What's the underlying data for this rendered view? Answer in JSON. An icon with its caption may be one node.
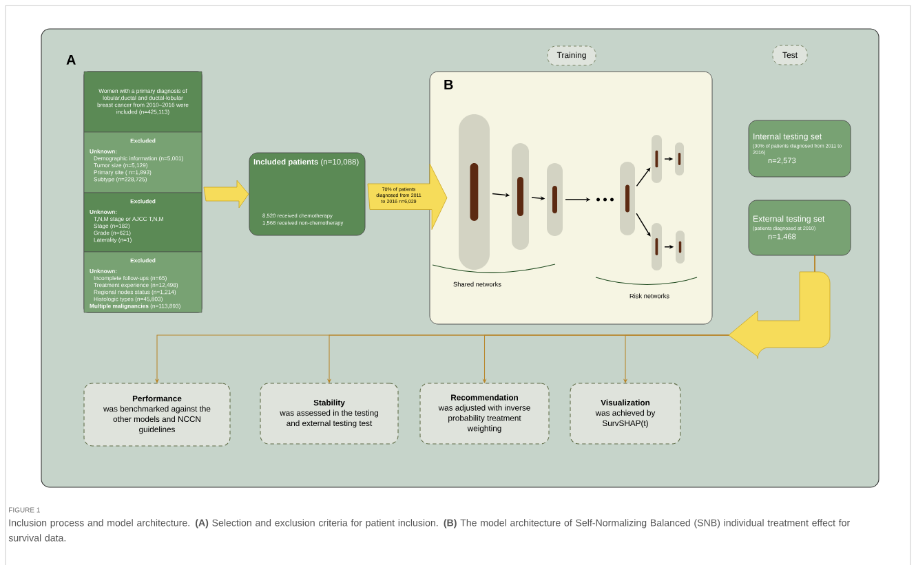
{
  "diagram": {
    "title": "FIGURE 1",
    "caption": "Inclusion process and model architecture. **(A)** Selection and exclusion criteria for patient inclusion. **(B)** The model architecture of Self-Normalizing Balanced (SNB) individual treatment effect for survival data.",
    "nodes": [
      {
        "text": [
          "A"
        ]
      },
      {
        "text": [],
        "shape": "box",
        "in": 0
      },
      {
        "text": [
          "Women with a primary diagnosis of lobular,ductal and ductal-lobular breast cancer from 2010–2016 were included (n=425,113)"
        ],
        "in": 1
      },
      {
        "text": [
          "Excluded",
          "Unknown:",
          "Demographic information (n=5,001)",
          "Tumor size (n=5,129)",
          "Primary site ( n=1,893)",
          "Subtype (n=228,725)"
        ],
        "in": 1
      },
      {
        "text": [
          "Excluded",
          "Unknown:",
          "T,N,M stage or AJCC T,N,M",
          "Stage (n=182)",
          "Grade (n=621)",
          "Laterality (n=1)"
        ],
        "in": 1
      },
      {
        "text": [
          "Excluded",
          "Unknown:",
          "Incomplete follow-ups (n=65)",
          "Treatment experience (n=12,498)",
          "Regional nodes status (n=1,214)",
          "Histologic types (n=45,803)",
          "**Multiple malignancies** (n=113,893)"
        ],
        "in": 1
      },
      {
        "text": [
          "**Included patients** (n=10,088)",
          "8,520 received chemotherapy",
          "1,568 received non-chemotherapy"
        ],
        "in": 0
      },
      {
        "text": [
          "Training"
        ],
        "in": 0
      },
      {
        "text": [
          "Test"
        ],
        "in": 0
      },
      {
        "text": [
          "B"
        ],
        "in": 0
      },
      {
        "text": [],
        "shape": "bar",
        "in": 9
      },
      {
        "text": [],
        "shape": "bar",
        "in": 9
      },
      {
        "text": [],
        "shape": "bar",
        "in": 9
      },
      {
        "text": [],
        "shape": "dots",
        "in": 9
      },
      {
        "text": [],
        "shape": "bar",
        "in": 9
      },
      {
        "text": [],
        "shape": "bar",
        "in": 9
      },
      {
        "text": [],
        "shape": "bar",
        "in": 9
      },
      {
        "text": [],
        "shape": "bar",
        "in": 9
      },
      {
        "text": [],
        "shape": "bar",
        "in": 9
      },
      {
        "text": [
          "Internal testing set",
          "(30% of patients diagnosed from 2011 to 2016)",
          "n=2,573"
        ],
        "in": 0
      },
      {
        "text": [
          "External testing set",
          "(patients diagnosed at 2010)",
          "n=1,468"
        ],
        "in": 0
      },
      {
        "text": [
          "Performance",
          "was benchmarked against the other models and NCCN guidelines"
        ],
        "in": 0
      },
      {
        "text": [
          "Stability",
          "was assessed in the testing and external testing test"
        ],
        "in": 0
      },
      {
        "text": [
          "Recommendation",
          "was adjusted with inverse probability treatment weighting"
        ],
        "in": 0
      },
      {
        "text": [
          "Visualization",
          "was achieved by SurvSHAP(t)"
        ],
        "in": 0
      }
    ],
    "edges": [
      {
        "from": 1,
        "to": 6,
        "arrow": "to",
        "style": "thick"
      },
      {
        "from": 6,
        "to": 9,
        "arrow": "to",
        "style": "thick",
        "label": "70% of patients diagnosed from 2011 to 2016 n=6,029"
      },
      {
        "from": 10,
        "to": 11,
        "arrow": "to"
      },
      {
        "from": 11,
        "to": 12,
        "arrow": "to"
      },
      {
        "from": 12,
        "to": 13,
        "arrow": "to"
      },
      {
        "from": 14,
        "to": 15,
        "arrow": "to"
      },
      {
        "from": 14,
        "to": 17,
        "arrow": "to"
      },
      {
        "from": 15,
        "to": 16,
        "arrow": "to"
      },
      {
        "from": 17,
        "to": 18,
        "arrow": "to"
      },
      {
        "from": 20,
        "to": 21,
        "arrow": "to",
        "color": "#b8862b"
      },
      {
        "from": 20,
        "to": 22,
        "arrow": "to",
        "color": "#b8862b"
      },
      {
        "from": 20,
        "to": 23,
        "arrow": "to",
        "color": "#b8862b"
      },
      {
        "from": 20,
        "to": 24,
        "arrow": "to",
        "color": "#b8862b"
      }
    ],
    "labels": [
      "Shared networks",
      "Risk networks"
    ]
  }
}
